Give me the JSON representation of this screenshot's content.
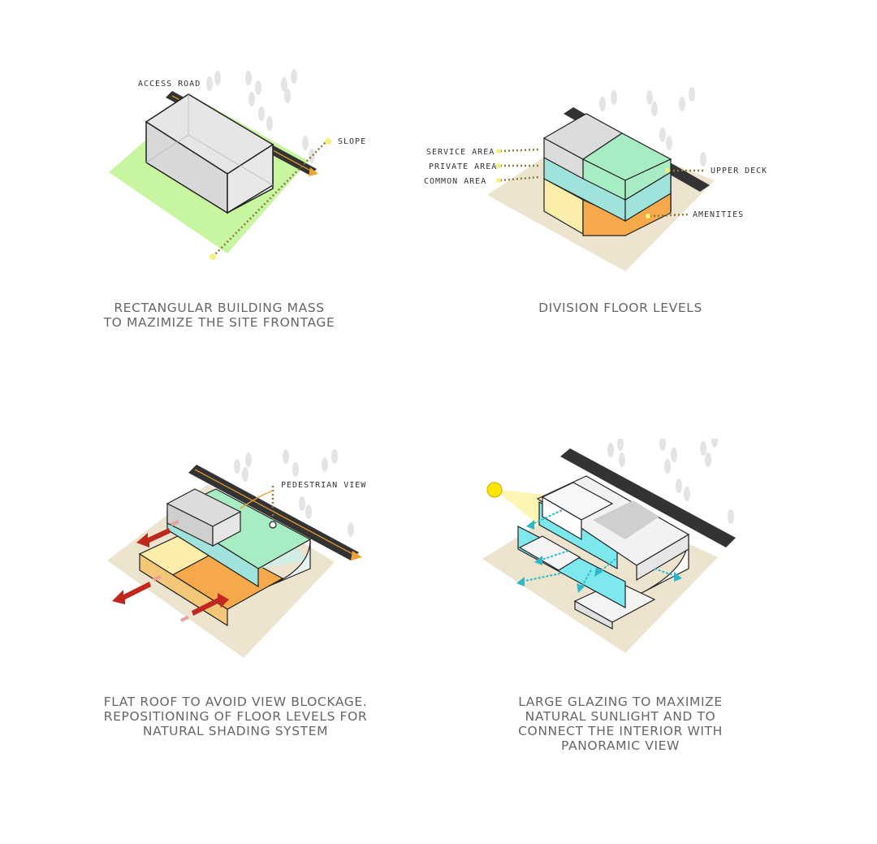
{
  "panels": [
    {
      "labels": {
        "access_road": "ACCESS ROAD",
        "slope": "SLOPE"
      },
      "caption": [
        "RECTANGULAR BUILDING MASS",
        "TO MAZIMIZE THE SITE FRONTAGE"
      ]
    },
    {
      "labels": {
        "service": "SERVICE AREA",
        "private": "PRIVATE AREA",
        "common": "COMMON AREA",
        "upper_deck": "UPPER DECK",
        "amenities": "AMENITIES"
      },
      "caption": [
        "DIVISION FLOOR LEVELS"
      ]
    },
    {
      "labels": {
        "pedestrian_view": "PEDESTRIAN VIEW"
      },
      "caption": [
        "FLAT ROOF TO AVOID VIEW BLOCKAGE.",
        "REPOSITIONING OF FLOOR LEVELS FOR",
        "NATURAL SHADING SYSTEM"
      ]
    },
    {
      "labels": {},
      "caption": [
        "LARGE GLAZING TO MAXIMIZE",
        "NATURAL SUNLIGHT AND TO",
        "CONNECT THE INTERIOR WITH",
        "PANORAMIC VIEW"
      ]
    }
  ],
  "colors": {
    "site_green": "#c8f5a0",
    "site_beige": "#ece4cf",
    "road": "#333333",
    "mass_grey": "#dcdcdc",
    "mint": "#a8ecc4",
    "teal": "#9fe3dc",
    "yellow": "#fbeeaa",
    "orange": "#f6a94a",
    "cyan": "#7ee8ef",
    "arrow_red": "#c0281e"
  }
}
